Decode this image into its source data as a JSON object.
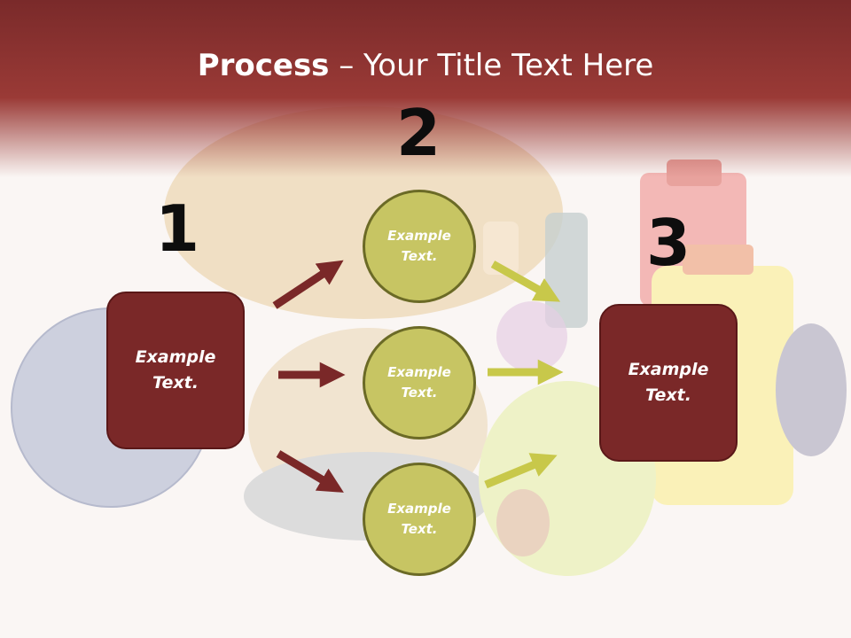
{
  "title": {
    "bold": "Process",
    "rest": " – Your Title Text Here"
  },
  "steps": {
    "left": {
      "number": "1",
      "text": "Example\nText."
    },
    "middle": {
      "number": "2",
      "circles": [
        {
          "text": "Example\nText."
        },
        {
          "text": "Example\nText."
        },
        {
          "text": "Example\nText."
        }
      ]
    },
    "right": {
      "number": "3",
      "text": "Example\nText."
    }
  },
  "colors": {
    "header": "#8e3531",
    "box": "#7a2828",
    "circle": "#c7c563",
    "circle_border": "#6b6a26",
    "arrow_red": "#7a2828",
    "arrow_green": "#c8c84a"
  }
}
